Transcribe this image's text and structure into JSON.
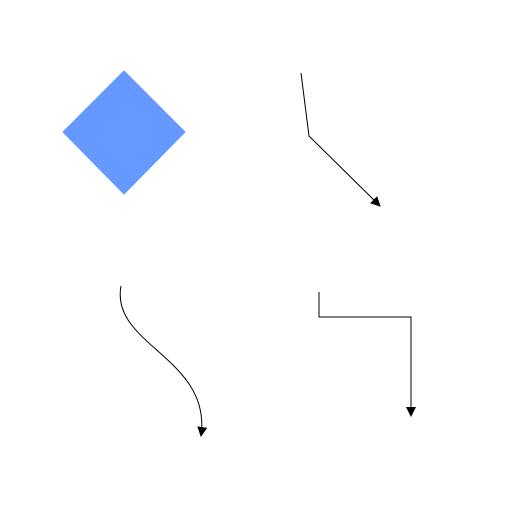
{
  "diagram": {
    "background": "#ffffff",
    "shapes": [
      {
        "id": "diamond",
        "kind": "diamond",
        "fill": "#6699ff",
        "stroke": "#6699ff"
      }
    ],
    "connectors": [
      {
        "id": "polyline-arrow",
        "kind": "polyline",
        "stroke": "#000000",
        "arrowhead": "end"
      },
      {
        "id": "curved-arrow",
        "kind": "curve",
        "stroke": "#000000",
        "arrowhead": "end"
      },
      {
        "id": "orthogonal-arrow",
        "kind": "orthogonal",
        "stroke": "#000000",
        "arrowhead": "end"
      }
    ]
  }
}
